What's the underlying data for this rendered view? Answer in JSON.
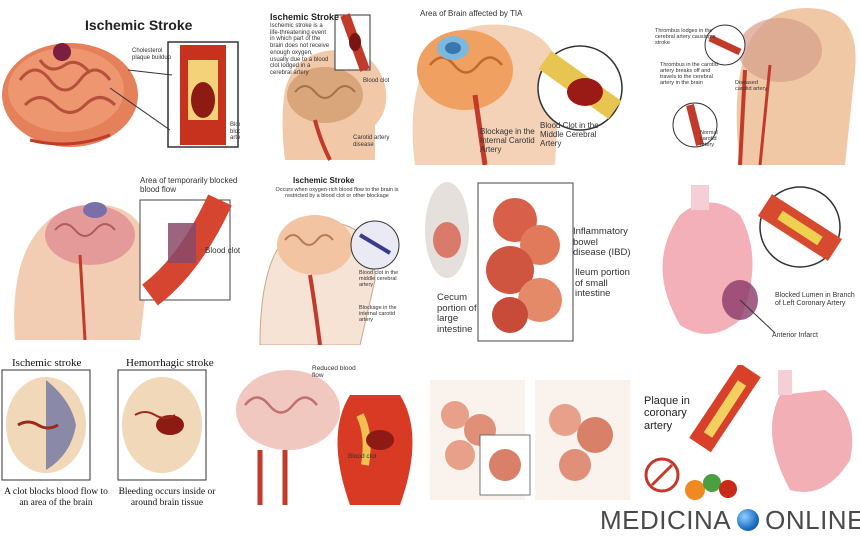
{
  "panels": {
    "p1": {
      "title": "Ischemic Stroke",
      "plaque_label": "Cholesterol plaque buildup",
      "clot_label": "Blood clot blocks artery"
    },
    "p2": {
      "title": "Ischemic Stroke",
      "description": "Ischemic stroke is a life-threatening event in which part of the brain does not receive enough oxygen, usually due to a blood clot lodged in a cerebral artery",
      "clot_label": "Blood clot",
      "carotid_label": "Carotid artery disease"
    },
    "p3": {
      "tia_label": "Area of Brain affected by TIA",
      "carotid_label": "Blockage in the Internal Carotid Artery",
      "clot_label": "Blood Clot in the Middle Cerebral Artery"
    },
    "p4": {
      "thrombus_label": "Thrombus lodges in the cerebral artery causing a stroke",
      "breaks_label": "Thrombus in the carotid artery breaks off and travels to the cerebral artery in the brain",
      "diseased_label": "Diseased carotid artery",
      "normal_label": "Normal carotid artery"
    },
    "p5": {
      "area_label": "Area of temporarily blocked blood flow",
      "clot_label": "Blood clot"
    },
    "p6": {
      "title": "Ischemic Stroke",
      "description": "Occurs when oxygen-rich blood flow to the brain is restricted by a blood clot or other blockage",
      "clot_label": "Blood clot in the middle cerebral artery",
      "blockage_label": "Blockage in the internal carotid artery"
    },
    "p7": {
      "ibd_label": "Inflammatory bowel disease (IBD)",
      "ileum_label": "Ileum portion of small intestine",
      "cecum_label": "Cecum portion of large intestine"
    },
    "p8": {
      "lumen_label": "Blocked Lumen in Branch of Left Coronary Artery",
      "infarct_label": "Anterior Infarct"
    },
    "p9": {
      "ischemic_title": "Ischemic stroke",
      "hemorrhagic_title": "Hemorrhagic stroke",
      "ischemic_caption": "A clot blocks blood flow to an area of the brain",
      "hemorrhagic_caption": "Bleeding occurs inside or around brain tissue"
    },
    "p10": {
      "reduced_label": "Reduced blood flow",
      "clot_label": "Blood clot"
    },
    "p12": {
      "plaque_label": "Plaque in coronary artery"
    }
  },
  "watermark": {
    "left": "MEDICINA",
    "right": "ONLINE"
  }
}
